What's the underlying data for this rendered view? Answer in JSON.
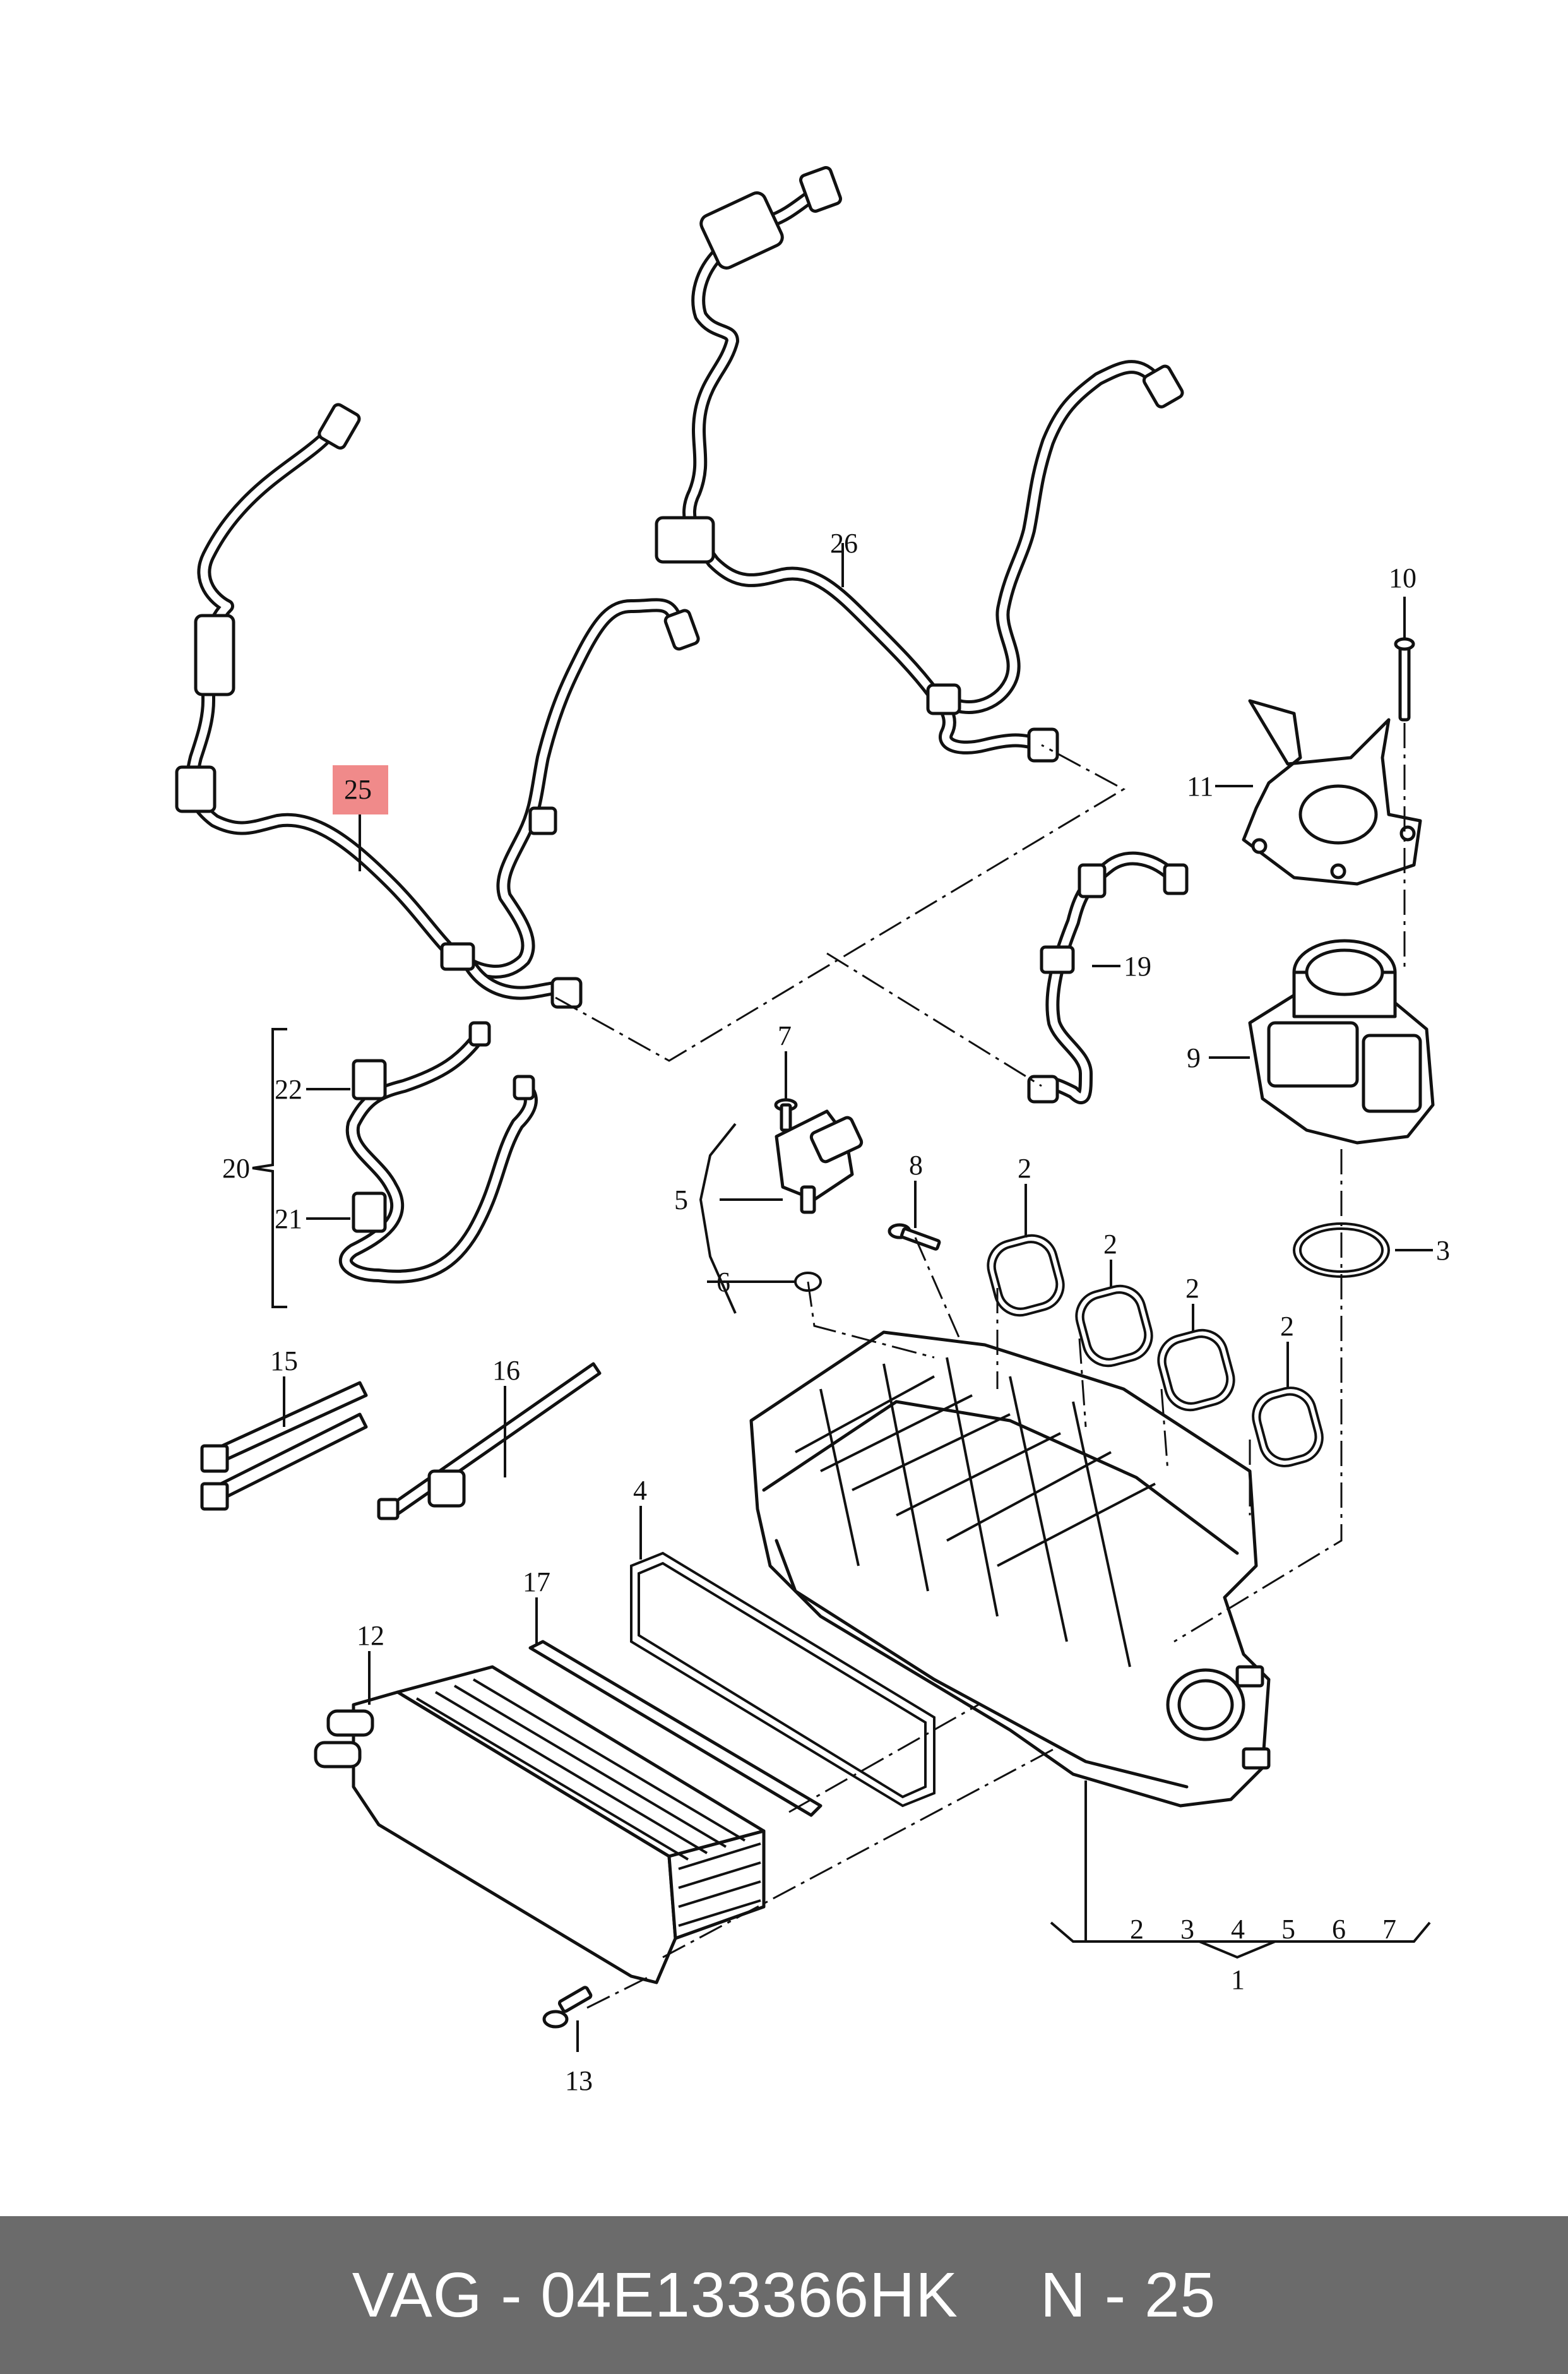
{
  "callouts": {
    "c25": "25",
    "c26": "26",
    "c10": "10",
    "c11": "11",
    "c19": "19",
    "c9": "9",
    "c7": "7",
    "c8": "8",
    "c5": "5",
    "c6": "6",
    "c20": "20",
    "c22": "22",
    "c21": "21",
    "c2a": "2",
    "c2b": "2",
    "c2c": "2",
    "c2d": "2",
    "c3": "3",
    "c15": "15",
    "c16": "16",
    "c4": "4",
    "c17": "17",
    "c12": "12",
    "c13": "13",
    "c1": "1",
    "b2": "2",
    "b3": "3",
    "b4": "4",
    "b5": "5",
    "b6": "6",
    "b7": "7"
  },
  "highlight_color": "#f08a8a",
  "footer": {
    "part_label": "VAG - 04E133366HK",
    "position_label": "N - 25"
  }
}
